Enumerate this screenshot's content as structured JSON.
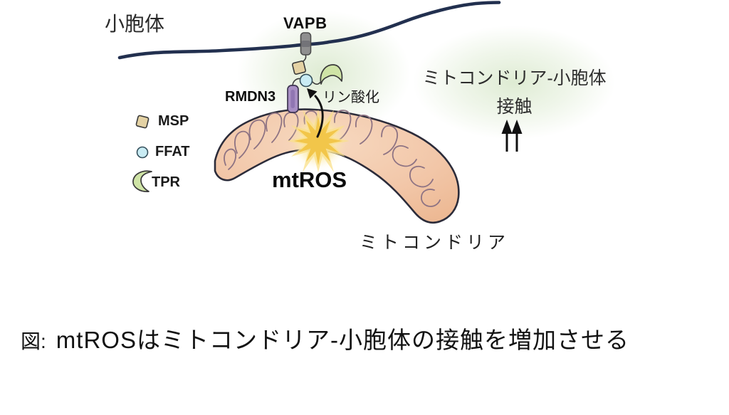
{
  "diagram": {
    "er_label": "小胞体",
    "vapb_label": "VAPB",
    "rmdn3_label": "RMDN3",
    "phosphorylation_label": "リン酸化",
    "mtros_label": "mtROS",
    "mitochondria_label": "ミトコンドリア",
    "contact": {
      "line1": "ミトコンドリア-小胞体",
      "line2": "接触",
      "direction": "increase",
      "arrow_glyphs": "↑↑"
    },
    "legend": {
      "items": [
        {
          "icon": "msp-domain-icon",
          "label": "MSP"
        },
        {
          "icon": "ffat-motif-icon",
          "label": "FFAT"
        },
        {
          "icon": "tpr-domain-icon",
          "label": "TPR"
        }
      ]
    }
  },
  "caption": {
    "prefix": "図:",
    "text": "mtROSはミトコンドリア-小胞体の接触を増加させる"
  },
  "colors": {
    "background": "#ffffff",
    "er_membrane": "#22304f",
    "mito_fill": "#f2c7a9",
    "mito_fill_light": "#f7d9c0",
    "mito_outline": "#2c2c3a",
    "cristae": "#8e7383",
    "glow_green": "#dcead0",
    "burst_core": "#f2c64a",
    "burst_halo": "#f9e08a",
    "vapb_fill": "#8f8f8f",
    "rmdn3_fill": "#a88fc4",
    "msp_fill": "#e4d2a4",
    "ffat_fill": "#c9ecf4",
    "tpr_fill": "#cfe4a6",
    "arrow_black": "#111111"
  }
}
